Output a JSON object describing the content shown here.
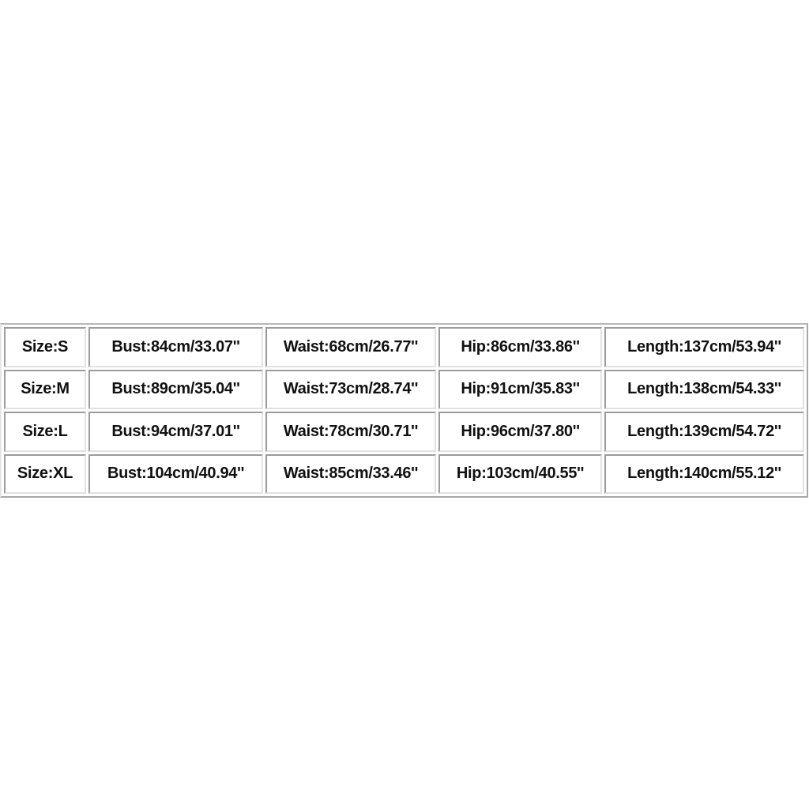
{
  "size_chart": {
    "rows": [
      {
        "size": "Size:S",
        "bust": "Bust:84cm/33.07''",
        "waist": "Waist:68cm/26.77''",
        "hip": "Hip:86cm/33.86''",
        "length": "Length:137cm/53.94''"
      },
      {
        "size": "Size:M",
        "bust": "Bust:89cm/35.04''",
        "waist": "Waist:73cm/28.74''",
        "hip": "Hip:91cm/35.83''",
        "length": "Length:138cm/54.33''"
      },
      {
        "size": "Size:L",
        "bust": "Bust:94cm/37.01''",
        "waist": "Waist:78cm/30.71''",
        "hip": "Hip:96cm/37.80''",
        "length": "Length:139cm/54.72''"
      },
      {
        "size": "Size:XL",
        "bust": "Bust:104cm/40.94''",
        "waist": "Waist:85cm/33.46''",
        "hip": "Hip:103cm/40.55''",
        "length": "Length:140cm/55.12''"
      }
    ]
  }
}
